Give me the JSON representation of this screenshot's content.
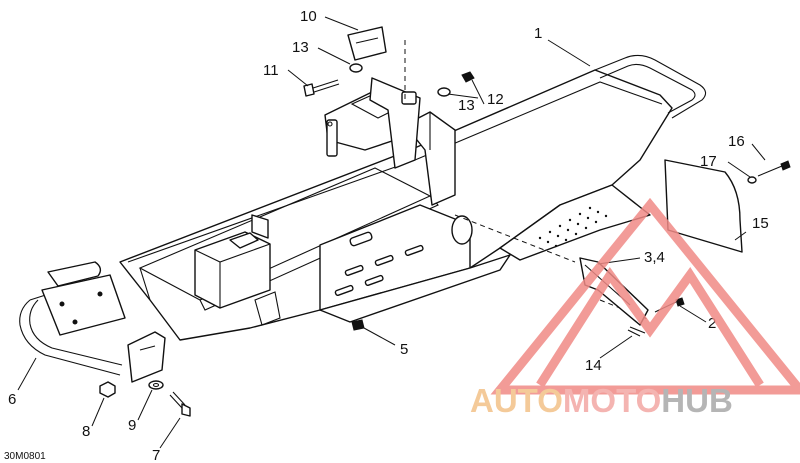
{
  "diagram": {
    "code": "30M0801",
    "callouts": {
      "c1": "1",
      "c2": "2",
      "c34": "3,4",
      "c5": "5",
      "c6": "6",
      "c7": "7",
      "c8": "8",
      "c9": "9",
      "c10": "10",
      "c11": "11",
      "c12": "12",
      "c13a": "13",
      "c13b": "13",
      "c14": "14",
      "c15": "15",
      "c16": "16",
      "c17": "17"
    }
  },
  "watermark": {
    "part1": "AUTO",
    "part2": "MOTO",
    "part3": "HUB",
    "colors": {
      "auto": "#f3c188",
      "moto": "#f3a8a4",
      "hub": "#a9a9a9",
      "triangle": "#f08a86"
    }
  }
}
